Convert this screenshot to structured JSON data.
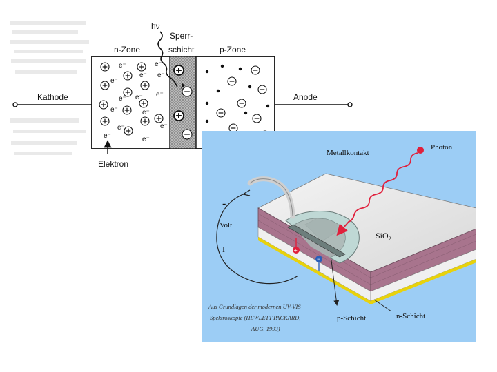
{
  "diode": {
    "hv": "hν",
    "sperr_line1": "Sperr-",
    "sperr_line2": "schicht",
    "n_zone": "n-Zone",
    "p_zone": "p-Zone",
    "kathode": "Kathode",
    "anode": "Anode",
    "elektron": "Elektron",
    "electron_symbol": "e⁻"
  },
  "photo": {
    "metallkontakt": "Metallkontakt",
    "photon": "Photon",
    "sio2": "SiO",
    "sio2_sub": "2",
    "minus": "-",
    "volt": "Volt",
    "current": "I",
    "p_schicht": "p-Schicht",
    "n_schicht": "n-Schicht",
    "source_line1": "Aus Grundlagen der modernen UV-VIS",
    "source_line2": "Spektroskopie (HEWLETT PACKARD,",
    "source_line3": "AUG. 1993)",
    "colors": {
      "background": "#9ccdf5",
      "layer": "#a8748d",
      "gold": "#e8d20c",
      "photon": "#e0203c"
    }
  }
}
